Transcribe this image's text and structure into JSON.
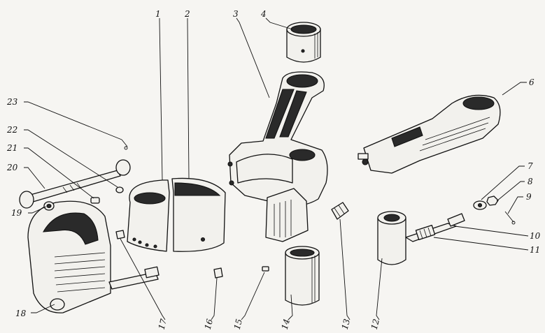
{
  "diagram": {
    "labels": [
      {
        "id": "1",
        "text": "1"
      },
      {
        "id": "2",
        "text": "2"
      },
      {
        "id": "3",
        "text": "3"
      },
      {
        "id": "4",
        "text": "4"
      },
      {
        "id": "6",
        "text": "6"
      },
      {
        "id": "7",
        "text": "7"
      },
      {
        "id": "8",
        "text": "8"
      },
      {
        "id": "9",
        "text": "9"
      },
      {
        "id": "10",
        "text": "10"
      },
      {
        "id": "11",
        "text": "11"
      },
      {
        "id": "12",
        "text": "12"
      },
      {
        "id": "13",
        "text": "13"
      },
      {
        "id": "14",
        "text": "14"
      },
      {
        "id": "15",
        "text": "15"
      },
      {
        "id": "16",
        "text": "16"
      },
      {
        "id": "17",
        "text": "17"
      },
      {
        "id": "18",
        "text": "18"
      },
      {
        "id": "19",
        "text": "19"
      },
      {
        "id": "20",
        "text": "20"
      },
      {
        "id": "21",
        "text": "21"
      },
      {
        "id": "22",
        "text": "22"
      },
      {
        "id": "23",
        "text": "23"
      }
    ]
  }
}
